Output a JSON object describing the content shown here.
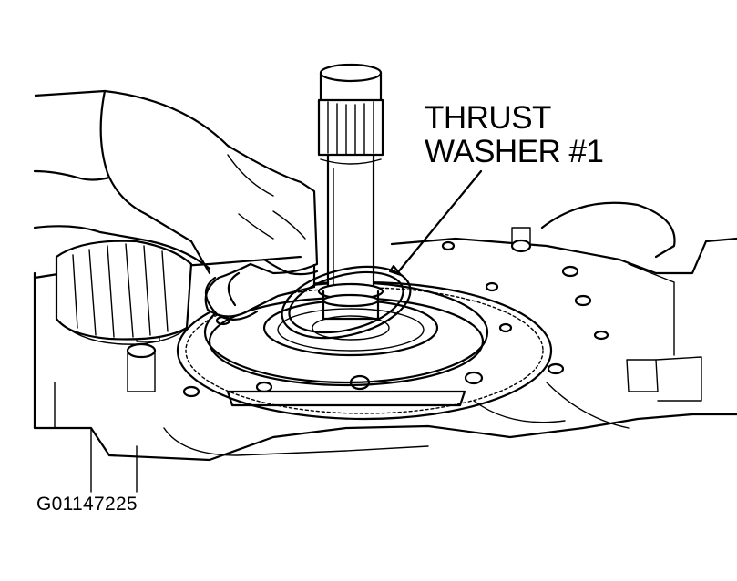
{
  "diagram": {
    "callout": {
      "line1": "THRUST",
      "line2": "WASHER #1"
    },
    "figure_id": "G01147225"
  },
  "colors": {
    "ink": "#000000",
    "paper": "#ffffff"
  }
}
